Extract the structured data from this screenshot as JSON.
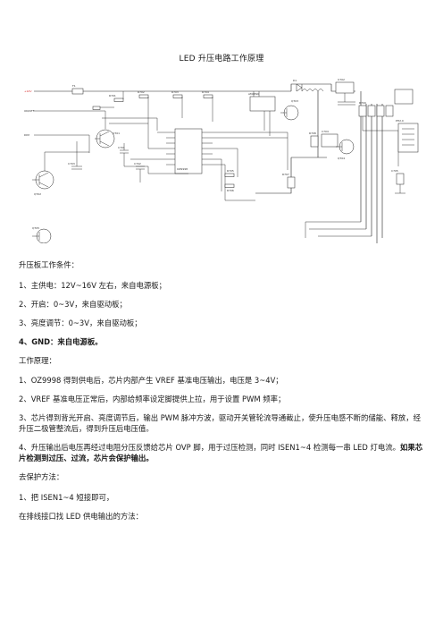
{
  "title": "LED 升压电路工作原理",
  "schematic": {
    "net_left_top": "+12V",
    "net_left_mid": "ON/OFF",
    "net_left_low": "DIM",
    "chip_label": "OZ9998",
    "mosfet_label": "AM4890",
    "connector_label": "PH2.0",
    "fuse_label": "F1",
    "diode_label": "D1"
  },
  "sections": {
    "conditions_heading": "升压板工作条件：",
    "conditions": [
      "1、主供电：12V~16V 左右，来自电源板；",
      "2、开启：0~3V，来自驱动板；",
      "3、亮度调节：0~3V，来自驱动板；",
      "4、GND：来自电源板。"
    ],
    "principle_heading": "工作原理：",
    "principle": [
      {
        "text": "1、OZ9998 得到供电后，芯片内部产生 VREF 基准电压输出，电压是 3~4V；",
        "bold": ""
      },
      {
        "text": "2、VREF 基准电压正常后，内部给频率设定脚提供上拉，用于设置 PWM 频率；",
        "bold": ""
      },
      {
        "text": "3、芯片得到背光开启、亮度调节后，输出 PWM 脉冲方波，驱动开关管轮流导通截止，使升压电感不断的储能、释放，经升压二极管整流后，得到升压后电压值。",
        "bold": ""
      },
      {
        "text": "4、升压输出后电压再经过电阻分压反馈给芯片 OVP 脚，用于过压检测，同时 ISEN1~4 检测每一串 LED 灯电流。",
        "bold": "如果芯片检测到过压、过流，芯片会保护输出。"
      }
    ],
    "remove_heading": "去保护方法：",
    "remove": [
      "1、把 ISEN1~4 短接即可，"
    ],
    "interface_line": "在排线接口找 LED 供电输出的方法："
  }
}
